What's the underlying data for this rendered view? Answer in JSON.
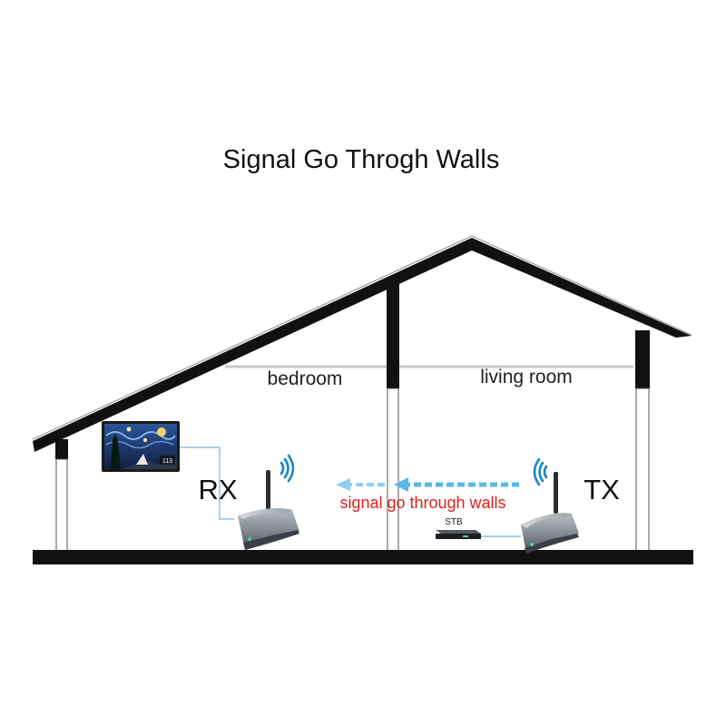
{
  "title": "Signal Go Throgh Walls",
  "rooms": {
    "bedroom": "bedroom",
    "living_room": "living room"
  },
  "devices": {
    "receiver_label": "RX",
    "transmitter_label": "TX",
    "set_top_box_label": "STB",
    "tv_screen_number": "113"
  },
  "signal": {
    "caption": "signal go through walls"
  },
  "colors": {
    "house_outline": "#111111",
    "signal_caption": "#e0201c",
    "signal_arrow": "#5ab8e8",
    "wifi_icon": "#1a86c8",
    "device_body": "#7d8590",
    "tv_sky": "#1e3f7a"
  }
}
